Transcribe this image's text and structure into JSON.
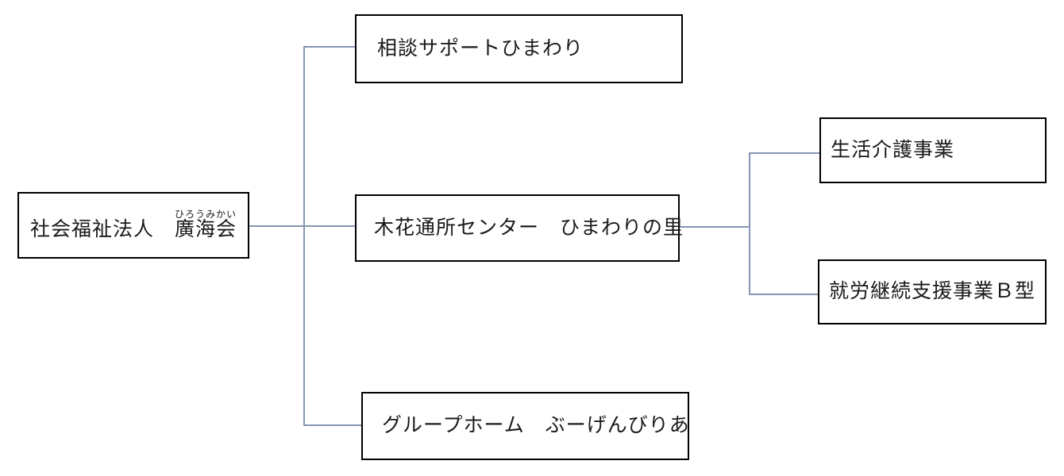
{
  "diagram": {
    "type": "org-chart",
    "root": {
      "prefix": "社会福祉法人　",
      "name": "廣海会",
      "furigana": "ひろうみかい"
    },
    "branches": [
      {
        "label": "相談サポートひまわり"
      },
      {
        "label": "木花通所センター　ひまわりの里"
      },
      {
        "label": "グループホーム　ぶーげんびりあ"
      }
    ],
    "services": [
      {
        "label": "生活介護事業"
      },
      {
        "label": "就労継続支援事業Ｂ型"
      }
    ],
    "colors": {
      "box_border": "#000000",
      "connector": "#8496b0",
      "background": "#ffffff",
      "text": "#1a1a1a"
    }
  }
}
